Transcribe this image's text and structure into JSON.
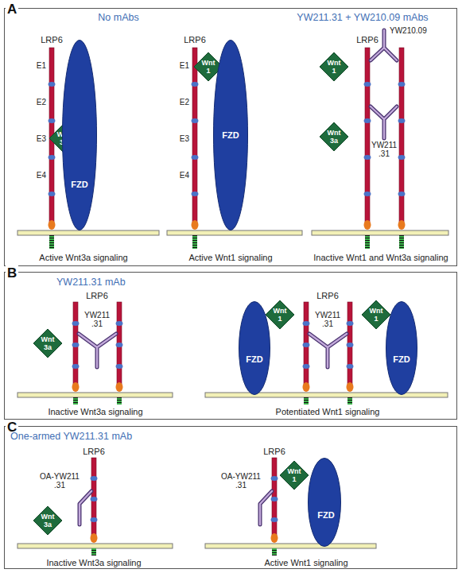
{
  "diagram": {
    "nodes": [
      {
        "text": [
          "A",
          "No mAbs",
          "YW211.31 + YW210.09 mAbs"
        ]
      },
      {
        "text": [
          "Wnt 3a"
        ],
        "in": 0
      },
      {
        "text": [
          "FZD"
        ],
        "in": 0
      },
      {
        "text": [
          "Wnt 1"
        ],
        "in": 0
      },
      {
        "text": [
          "FZD"
        ],
        "in": 0
      },
      {
        "text": [
          "Wnt 1"
        ],
        "in": 0
      },
      {
        "text": [
          "Wnt 3a"
        ],
        "in": 0
      },
      {
        "text": [
          "B",
          "YW211.31 mAb"
        ]
      },
      {
        "text": [
          "Wnt 3a"
        ],
        "in": 7
      },
      {
        "text": [
          "FZD"
        ],
        "in": 7
      },
      {
        "text": [
          "Wnt 1"
        ],
        "in": 7
      },
      {
        "text": [
          "Wnt 1"
        ],
        "in": 7
      },
      {
        "text": [
          "FZD"
        ],
        "in": 7
      },
      {
        "text": [
          "C",
          "One-armed YW211.31 mAb"
        ]
      },
      {
        "text": [
          "Wnt 3a"
        ],
        "in": 13
      },
      {
        "text": [
          "Wnt 1"
        ],
        "in": 13
      },
      {
        "text": [
          "FZD"
        ],
        "in": 13
      }
    ],
    "labels": [
      "LRP6",
      "E1",
      "E2",
      "E3",
      "E4",
      "Active Wnt3a signaling",
      "LRP6",
      "E1",
      "E2",
      "E3",
      "E4",
      "Active Wnt1 signaling",
      "LRP6",
      "YW210.09",
      "YW211 .31",
      "Inactive Wnt1 and Wnt3a signaling",
      "LRP6",
      "YW211 .31",
      "Inactive Wnt3a signaling",
      "LRP6",
      "YW211 .31",
      "Potentiated Wnt1 signaling",
      "LRP6",
      "OA-YW211 .31",
      "Inactive Wnt3a signaling",
      "LRP6",
      "OA-YW211 .31",
      "Active Wnt1 signaling"
    ]
  }
}
